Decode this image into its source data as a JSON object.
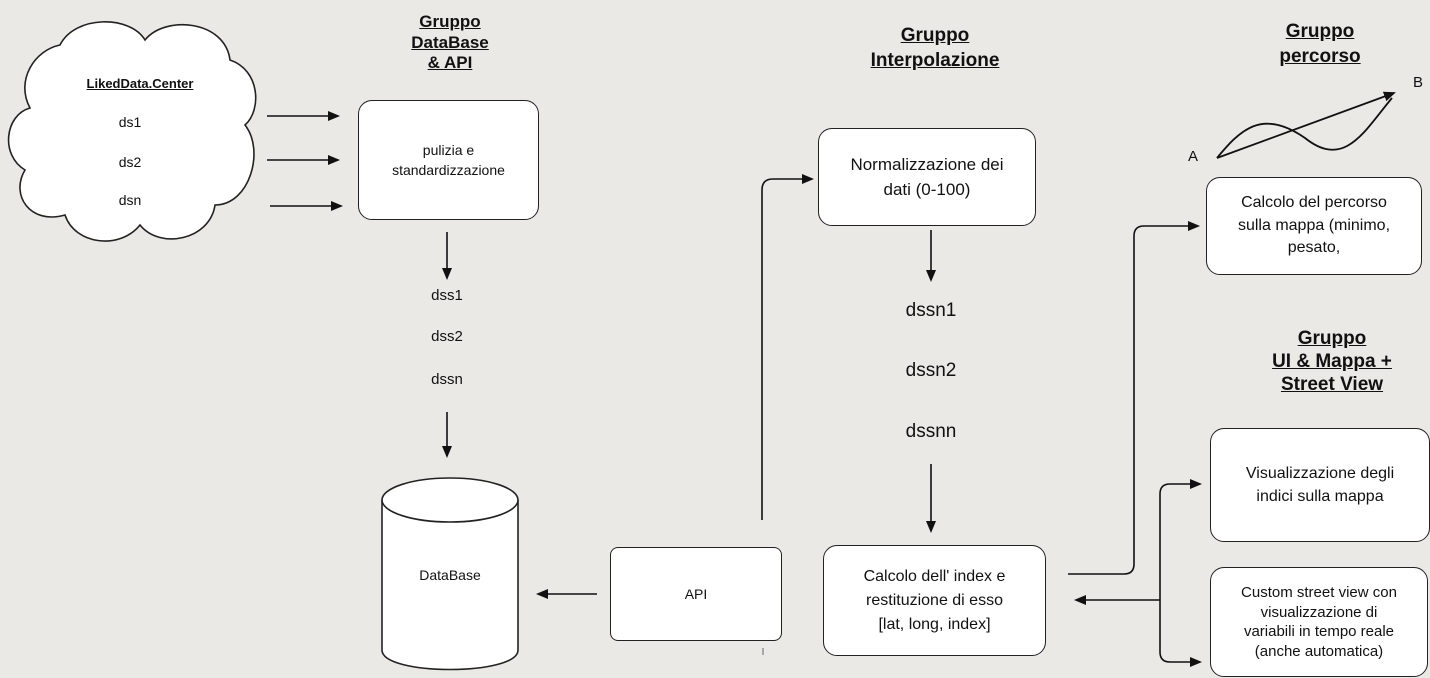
{
  "groups": {
    "database_api": "Gruppo\nDataBase\n& API",
    "interpolazione": "Gruppo\nInterpolazione",
    "percorso": "Gruppo\npercorso",
    "ui_mappa": "Gruppo\nUI & Mappa +\nStreet View"
  },
  "cloud": {
    "title": "LikedData.Center",
    "items": [
      "ds1",
      "ds2",
      "dsn"
    ]
  },
  "boxes": {
    "pulizia": "pulizia e\nstandardizzazione",
    "normalizzazione": "Normalizzazione dei\ndati (0-100)",
    "calcolo_percorso": "Calcolo del percorso\nsulla mappa (minimo,\npesato,",
    "visualizzazione": "Visualizzazione degli\nindici sulla mappa",
    "custom_street": "Custom street view con\nvisualizzazione di\nvariabili in tempo reale\n(anche automatica)",
    "calcolo_index": "Calcolo dell' index e\nrestituzione di esso\n[lat, long, index]",
    "api": "API",
    "database": "DataBase"
  },
  "dss": [
    "dss1",
    "dss2",
    "dssn"
  ],
  "dssn": [
    "dssn1",
    "dssn2",
    "dssnn"
  ],
  "route": {
    "a": "A",
    "b": "B"
  }
}
